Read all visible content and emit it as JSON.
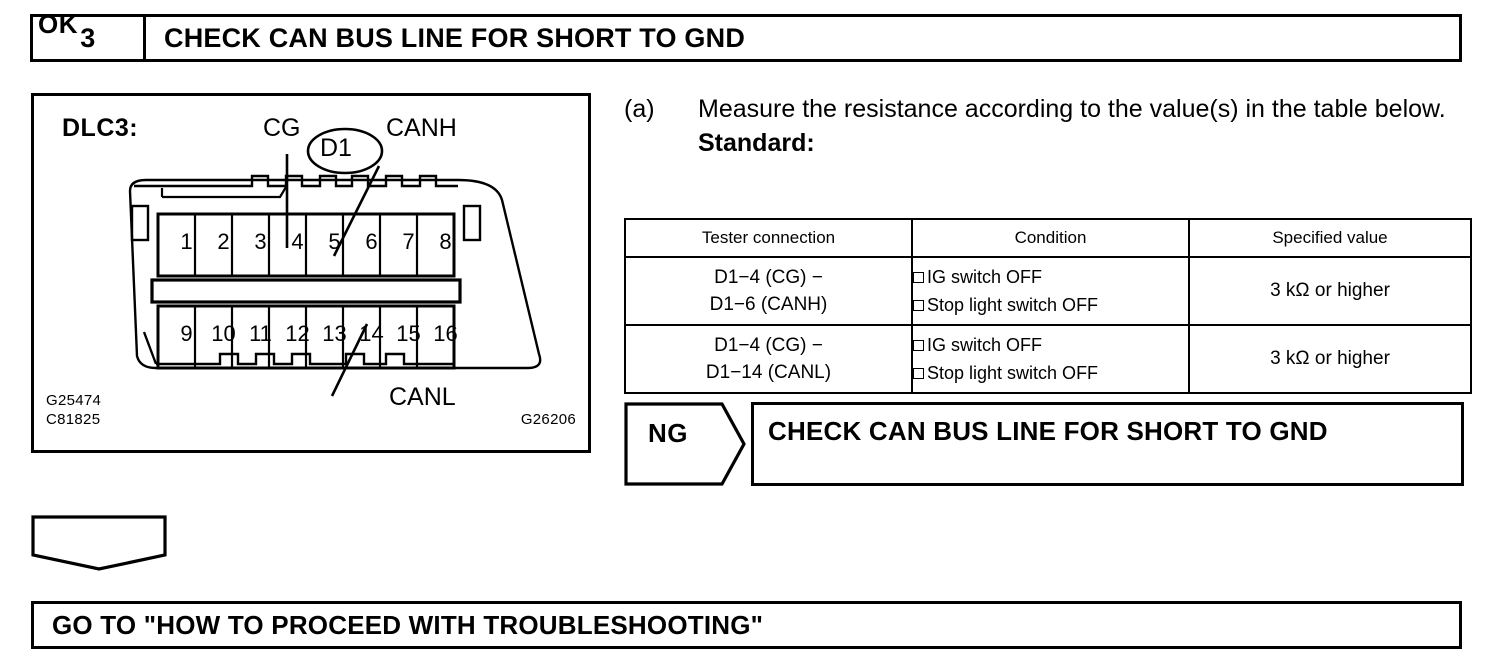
{
  "step": {
    "number": "3",
    "title": "CHECK CAN BUS LINE FOR SHORT TO GND"
  },
  "figure": {
    "connector_label": "DLC3:",
    "callouts": {
      "cg": "CG",
      "d1": "D1",
      "canh": "CANH",
      "canl": "CANL"
    },
    "pins_top": [
      "1",
      "2",
      "3",
      "4",
      "5",
      "6",
      "7",
      "8"
    ],
    "pins_bottom": [
      "9",
      "10",
      "11",
      "12",
      "13",
      "14",
      "15",
      "16"
    ],
    "codes": {
      "top": "G25474",
      "bottom": "C81825",
      "figure_id": "G26206"
    }
  },
  "instruction": {
    "marker": "(a)",
    "text": "Measure the resistance according to the value(s) in the table below.",
    "standard_label": "Standard:"
  },
  "spec_table": {
    "headers": [
      "Tester connection",
      "Condition",
      "Specified value"
    ],
    "rows": [
      {
        "tester_line1": "D1−4 (CG) −",
        "tester_line2": "D1−6 (CANH)",
        "condition_line1": "IG switch OFF",
        "condition_line2": "Stop light switch OFF",
        "specified_value": "3 kΩ or higher"
      },
      {
        "tester_line1": "D1−4 (CG) −",
        "tester_line2": "D1−14 (CANL)",
        "condition_line1": "IG switch OFF",
        "condition_line2": "Stop light switch OFF",
        "specified_value": "3 kΩ or higher"
      }
    ]
  },
  "result_ng": {
    "flag": "NG",
    "action": "CHECK CAN BUS LINE FOR SHORT TO GND"
  },
  "result_ok": {
    "flag": "OK"
  },
  "bottom_banner": {
    "text": "GO TO \"HOW TO PROCEED WITH TROUBLESHOOTING\""
  },
  "colors": {
    "ink": "#000000",
    "paper": "#ffffff"
  }
}
